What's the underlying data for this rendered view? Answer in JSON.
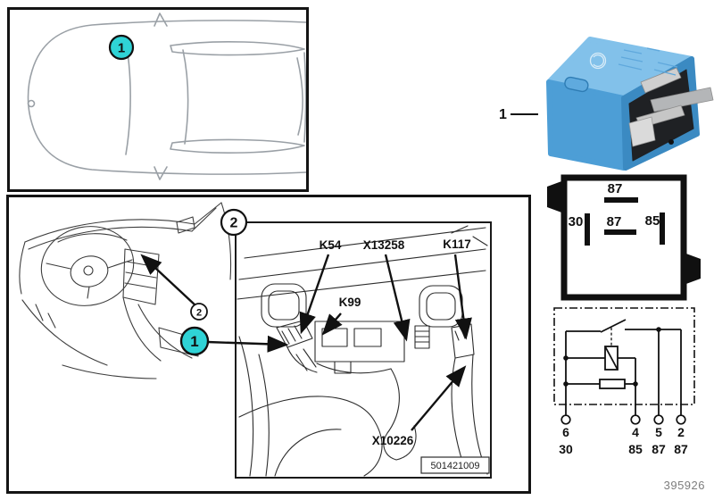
{
  "doc": {
    "figure_number": "395926",
    "image_ref": "501421009"
  },
  "markers": {
    "car_location": "1",
    "interior_detail": "2",
    "dash_pointer": "2",
    "relay_location": "1",
    "relay_photo_item": "1"
  },
  "component_labels": {
    "k54": "K54",
    "x13258": "X13258",
    "k117": "K117",
    "k99": "K99",
    "x10226": "X10226"
  },
  "pin_diagram": {
    "top_pin": "87",
    "left_pin": "30",
    "center_pin": "87",
    "right_pin": "85"
  },
  "schematic": {
    "pin_numbers": [
      "6",
      "4",
      "5",
      "2"
    ],
    "terminal_names": [
      "30",
      "85",
      "87",
      "87"
    ]
  },
  "colors": {
    "marker_fill": "#2FD3D6",
    "relay_blue": "#4D9ED6",
    "relay_blue_light": "#82C1EA",
    "relay_blue_dark": "#3B8AC2"
  }
}
